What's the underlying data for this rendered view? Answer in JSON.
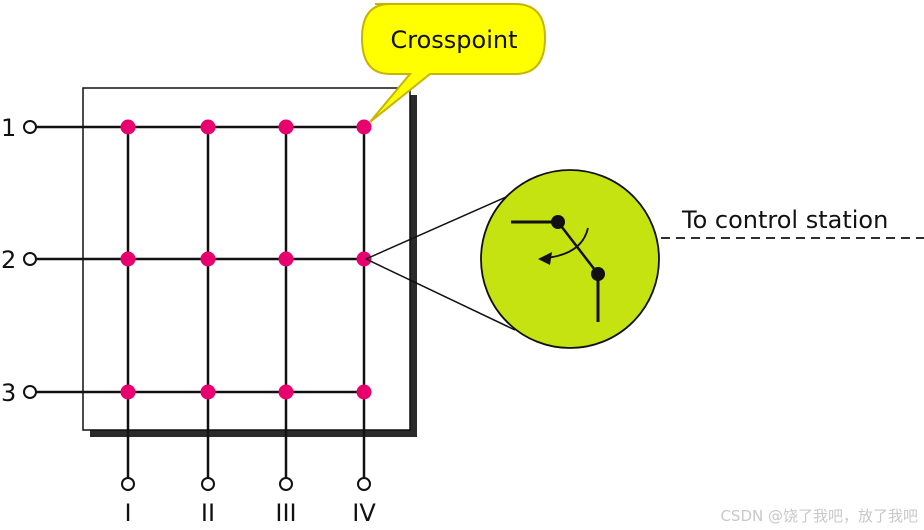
{
  "callout": {
    "label": "Crosspoint",
    "fill": "#ffff00",
    "stroke": "#c8b400"
  },
  "control_label": "To control station",
  "inputs": [
    "1",
    "2",
    "3"
  ],
  "outputs": [
    "I",
    "II",
    "III",
    "IV"
  ],
  "colors": {
    "crosspoint": "#e8006e",
    "switch_fill": "#c4e311",
    "line": "#111111",
    "frame_shadow": "#2a2a2a"
  },
  "watermark": "CSDN @饶了我吧，放了我吧"
}
